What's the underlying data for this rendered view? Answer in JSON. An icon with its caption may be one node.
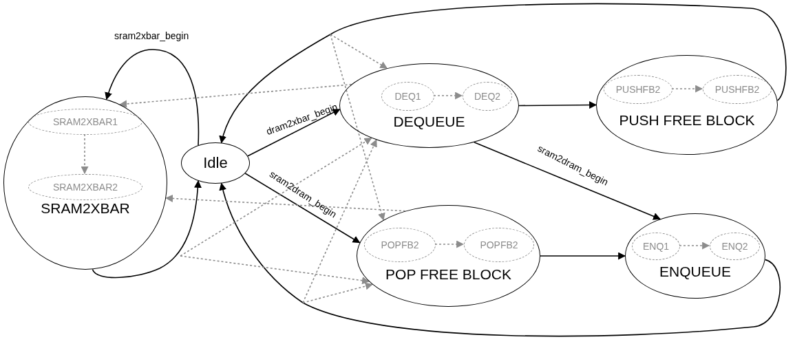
{
  "diagram": {
    "nodes": [
      {
        "text": [
          "SRAM2XBAR"
        ]
      },
      {
        "text": [
          "SRAM2XBAR1"
        ],
        "in": 0
      },
      {
        "text": [
          "SRAM2XBAR2"
        ],
        "in": 0
      },
      {
        "text": [
          "Idle"
        ]
      },
      {
        "text": [
          "DEQUEUE"
        ]
      },
      {
        "text": [
          "DEQ1"
        ],
        "in": 4
      },
      {
        "text": [
          "DEQ2"
        ],
        "in": 4
      },
      {
        "text": [
          "PUSH FREE BLOCK"
        ]
      },
      {
        "text": [
          "PUSHFB2"
        ],
        "in": 7
      },
      {
        "text": [
          "PUSHFB2"
        ],
        "in": 7
      },
      {
        "text": [
          "POP FREE BLOCK"
        ]
      },
      {
        "text": [
          "POPFB2"
        ],
        "in": 10
      },
      {
        "text": [
          "POPFB2"
        ],
        "in": 10
      },
      {
        "text": [
          "ENQUEUE"
        ]
      },
      {
        "text": [
          "ENQ1"
        ],
        "in": 13
      },
      {
        "text": [
          "ENQ2"
        ],
        "in": 13
      }
    ],
    "edges": [
      {
        "from": 3,
        "to": 0,
        "arrow": "to",
        "label": "sram2xbar_begin",
        "color": "#000000"
      },
      {
        "from": 0,
        "to": 3,
        "arrow": "to",
        "color": "#000000"
      },
      {
        "from": 3,
        "to": 4,
        "arrow": "to",
        "label": "dram2xbar_begin",
        "color": "#000000"
      },
      {
        "from": 3,
        "to": 10,
        "arrow": "to",
        "label": "sram2dram_begin",
        "color": "#000000"
      },
      {
        "from": 4,
        "to": 7,
        "arrow": "to",
        "color": "#000000"
      },
      {
        "from": 4,
        "to": 13,
        "arrow": "to",
        "label": "sram2dram_begin",
        "color": "#000000"
      },
      {
        "from": 10,
        "to": 13,
        "arrow": "to",
        "color": "#000000"
      },
      {
        "from": 7,
        "to": 3,
        "arrow": "to",
        "color": "#000000"
      },
      {
        "from": 13,
        "to": 3,
        "arrow": "to",
        "color": "#000000"
      },
      {
        "from": 1,
        "to": 2,
        "arrow": "to",
        "style": "dashed",
        "color": "#8c8c8c"
      },
      {
        "from": 5,
        "to": 6,
        "arrow": "to",
        "style": "dashed",
        "color": "#8c8c8c"
      },
      {
        "from": 8,
        "to": 9,
        "arrow": "to",
        "style": "dashed",
        "color": "#8c8c8c"
      },
      {
        "from": 11,
        "to": 12,
        "arrow": "to",
        "style": "dashed",
        "color": "#8c8c8c"
      },
      {
        "from": 14,
        "to": 15,
        "arrow": "to",
        "style": "dashed",
        "color": "#8c8c8c"
      },
      {
        "from": null,
        "to": 4,
        "arrow": "to",
        "style": "dashed",
        "color": "#8c8c8c"
      },
      {
        "from": null,
        "to": 10,
        "arrow": "to",
        "style": "dashed",
        "color": "#8c8c8c"
      },
      {
        "from": 4,
        "to": 0,
        "arrow": "to",
        "style": "dashed",
        "color": "#8c8c8c"
      },
      {
        "from": null,
        "to": 4,
        "arrow": "to",
        "style": "dashed",
        "color": "#8c8c8c"
      },
      {
        "from": null,
        "to": 10,
        "arrow": "to",
        "style": "dashed",
        "color": "#8c8c8c"
      },
      {
        "from": 10,
        "to": 0,
        "arrow": "to",
        "style": "dashed",
        "color": "#8c8c8c"
      },
      {
        "from": null,
        "to": 10,
        "arrow": "to",
        "style": "dashed",
        "color": "#8c8c8c"
      },
      {
        "from": null,
        "to": 4,
        "arrow": "to",
        "style": "dashed",
        "color": "#8c8c8c"
      }
    ]
  }
}
